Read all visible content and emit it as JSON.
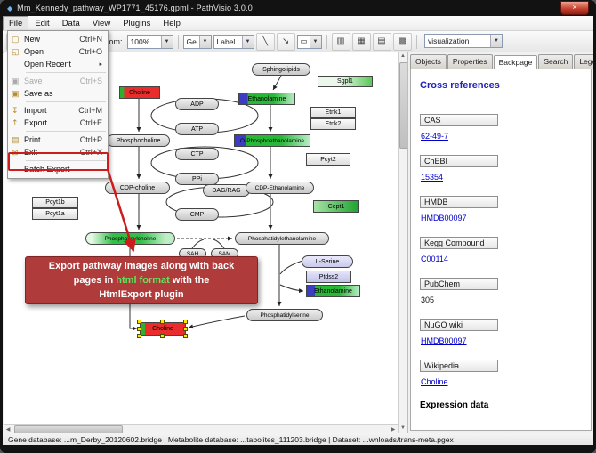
{
  "window": {
    "title": "Mm_Kennedy_pathway_WP1771_45176.gpml - PathVisio 3.0.0",
    "close_glyph": "×"
  },
  "menubar": {
    "items": [
      "File",
      "Edit",
      "Data",
      "View",
      "Plugins",
      "Help"
    ]
  },
  "file_menu": {
    "items": [
      {
        "label": "New",
        "shortcut": "Ctrl+N"
      },
      {
        "label": "Open",
        "shortcut": "Ctrl+O"
      },
      {
        "label": "Open Recent",
        "shortcut": ""
      },
      {
        "label": "Save",
        "shortcut": "Ctrl+S"
      },
      {
        "label": "Save as",
        "shortcut": ""
      },
      {
        "label": "Import",
        "shortcut": "Ctrl+M"
      },
      {
        "label": "Export",
        "shortcut": "Ctrl+E"
      },
      {
        "label": "Print",
        "shortcut": "Ctrl+P"
      },
      {
        "label": "Exit",
        "shortcut": "Ctrl+X"
      },
      {
        "label": "Batch Export",
        "shortcut": ""
      }
    ]
  },
  "toolbar": {
    "zoom_label": "Zoom:",
    "zoom_value": "100%",
    "type_combo": "Ge",
    "label_combo": "Label",
    "visualization_value": "visualization"
  },
  "canvas": {
    "nodes": [
      {
        "label": "Sphingolipids"
      },
      {
        "label": "Sgpl1"
      },
      {
        "label": "Choline"
      },
      {
        "label": "Ethanolamine"
      },
      {
        "label": "ADP"
      },
      {
        "label": "Etnk1"
      },
      {
        "label": "Etnk2"
      },
      {
        "label": "ATP"
      },
      {
        "label": "Phosphocholine"
      },
      {
        "label": "O-Phosphoethanolamine"
      },
      {
        "label": "CTP"
      },
      {
        "label": "Pcyt2"
      },
      {
        "label": "PPi"
      },
      {
        "label": "CDP-choline"
      },
      {
        "label": "DAG/RAG"
      },
      {
        "label": "CDP-Ethanolamine"
      },
      {
        "label": "Cept1"
      },
      {
        "label": "CMP"
      },
      {
        "label": "Pcyt1b"
      },
      {
        "label": "Pcyt1a"
      },
      {
        "label": "Phosphatidylcholine"
      },
      {
        "label": "Phosphatidylethanolamine"
      },
      {
        "label": "SAH"
      },
      {
        "label": "SAM"
      },
      {
        "label": "L-Serine"
      },
      {
        "label": "Ptdss2"
      },
      {
        "label": "Ethanolamine"
      },
      {
        "label": "Phosphatidylserine"
      },
      {
        "label": "Choline"
      }
    ]
  },
  "callout": {
    "line1": "Export pathway images along with back",
    "line2_pre": "pages in ",
    "line2_highlight": "html format",
    "line2_post": " with the",
    "line3": "HtmlExport plugin"
  },
  "sidebar": {
    "tabs": [
      "Objects",
      "Properties",
      "Backpage",
      "Search",
      "Legend"
    ],
    "active_tab": "Backpage",
    "heading": "Cross references",
    "sections": [
      {
        "name": "CAS",
        "value": "62-49-7"
      },
      {
        "name": "ChEBI",
        "value": "15354"
      },
      {
        "name": "HMDB",
        "value": "HMDB00097"
      },
      {
        "name": "Kegg Compound",
        "value": "C00114"
      },
      {
        "name": "PubChem",
        "value": "305"
      },
      {
        "name": "NuGO wiki",
        "value": "HMDB00097"
      },
      {
        "name": "Wikipedia",
        "value": "Choline"
      }
    ],
    "footer": "Expression data"
  },
  "statusbar": {
    "text": "Gene database: ...m_Derby_20120602.bridge | Metabolite database: ...tabolites_111203.bridge | Dataset: ...wnloads/trans-meta.pgex"
  },
  "colors": {
    "callout_bg": "#b03b3b",
    "highlight_green": "#5ce65c",
    "link_blue": "#0000cc",
    "selection_yellow": "#ffe400",
    "expression_red": "#e92c2c",
    "expression_green": "#28b838"
  }
}
